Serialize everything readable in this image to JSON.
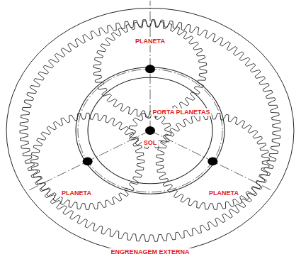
{
  "diagram": {
    "labels": [
      "PLANETA",
      "PORTA PLANETAS",
      "SOL",
      "PLANETA",
      "PLANETA",
      "ENGRENAGEM EXTERNA"
    ]
  }
}
